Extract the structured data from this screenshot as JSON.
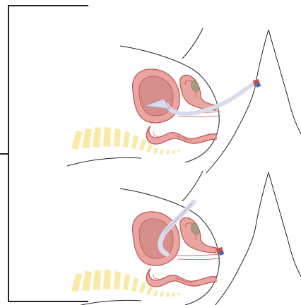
{
  "figure": {
    "panels": [
      {
        "id": "top",
        "catheter_route": "urethral"
      },
      {
        "id": "bottom",
        "catheter_route": "suprapubic"
      }
    ]
  },
  "colors": {
    "bracket": "#222222",
    "outline": "#222222",
    "organ_fill": "#e9a5a2",
    "organ_stroke": "#c0504a",
    "lumen_fill": "#f3cccb",
    "bladder_inner": "#d68e8b",
    "catheter": "#d9dbea",
    "catheter_stroke": "#9fa3c2",
    "sacrum_dash": "#fbe9a8",
    "ovary": "#a69a7f"
  }
}
